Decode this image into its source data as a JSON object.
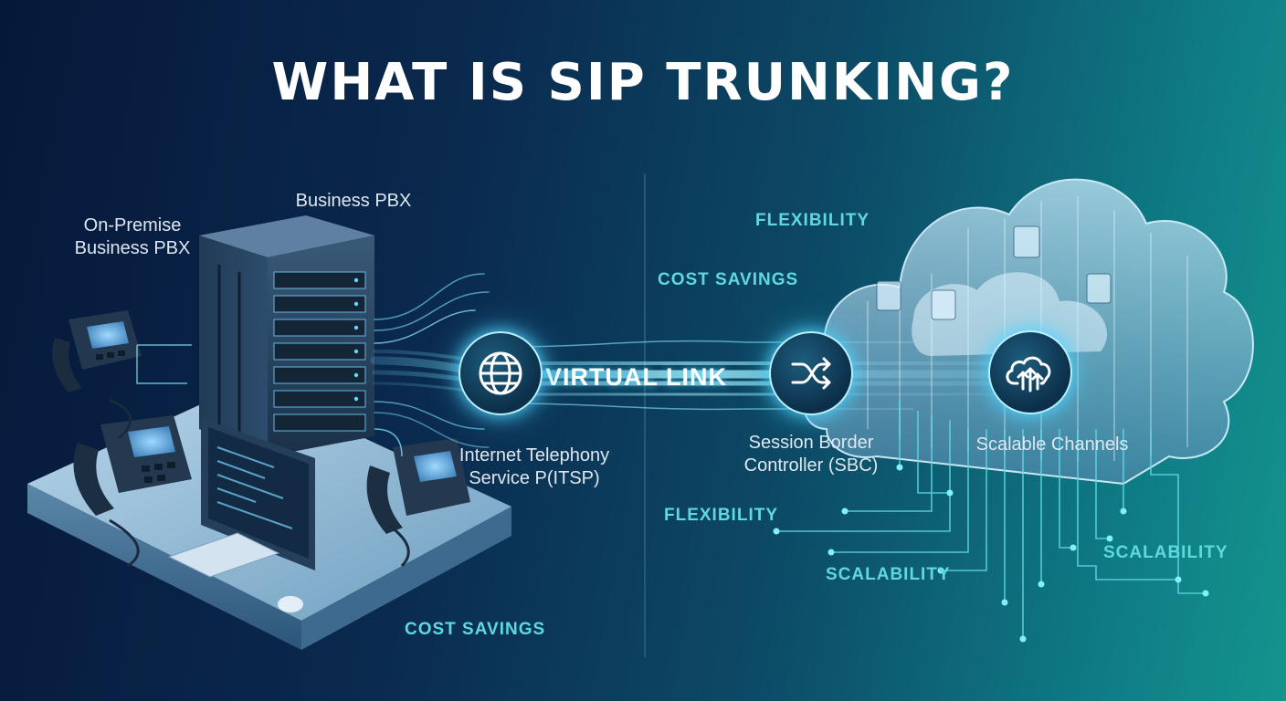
{
  "title": "WHAT IS SIP TRUNKING?",
  "labels": {
    "on_premise": "On-Premise\nBusiness PBX",
    "business_pbx": "Business PBX",
    "itsp": "Internet Telephony\nService P(ITSP)",
    "virtual_link": "VIRTUAL LINK",
    "sbc": "Session Border\nController (SBC)",
    "scalable_channels": "Scalable Channels"
  },
  "benefits": {
    "flexibility_top": "FLEXIBILITY",
    "cost_savings_top": "COST SAVINGS",
    "flexibility_bottom": "FLEXIBILITY",
    "scalability_center": "SCALABILITY",
    "scalability_right": "SCALABILITY",
    "cost_savings_bottom": "COST SAVINGS"
  },
  "icons": {
    "itsp_node": "globe-icon",
    "sbc_node": "shuffle-arrows-icon",
    "channels_node": "cloud-upload-icon"
  },
  "colors": {
    "accent_cyan": "#5fd9de",
    "glow": "#4fd3ff",
    "bg_left": "#06183a",
    "bg_right": "#14948e"
  }
}
